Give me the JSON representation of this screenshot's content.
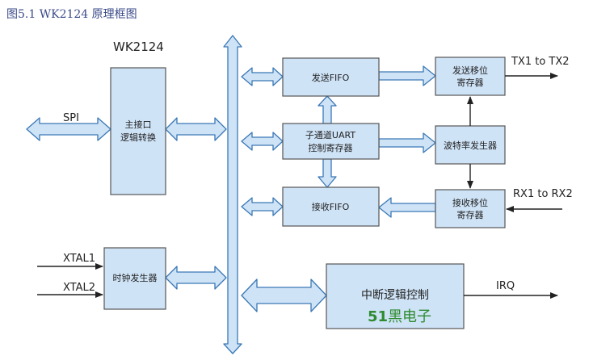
{
  "caption": "图5.1 WK2124 原理框图",
  "chip_title": "WK2124",
  "blocks": {
    "interface": [
      "主接口",
      "逻辑转换"
    ],
    "clock": "时钟发生器",
    "tx_fifo": "发送FIFO",
    "ctrl": [
      "子通道UART",
      "控制寄存器"
    ],
    "rx_fifo": "接收FIFO",
    "tx_shift": [
      "发送移位",
      "寄存器"
    ],
    "baud": "波特率发生器",
    "rx_shift": [
      "接收移位",
      "寄存器"
    ],
    "irq_ctrl": "中断逻辑控制"
  },
  "signals": {
    "spi": "SPI",
    "xtal1": "XTAL1",
    "xtal2": "XTAL2",
    "tx": "TX1 to TX2",
    "rx": "RX1 to RX2",
    "irq": "IRQ"
  },
  "watermark": {
    "num": "51",
    "text": "黑电子"
  }
}
